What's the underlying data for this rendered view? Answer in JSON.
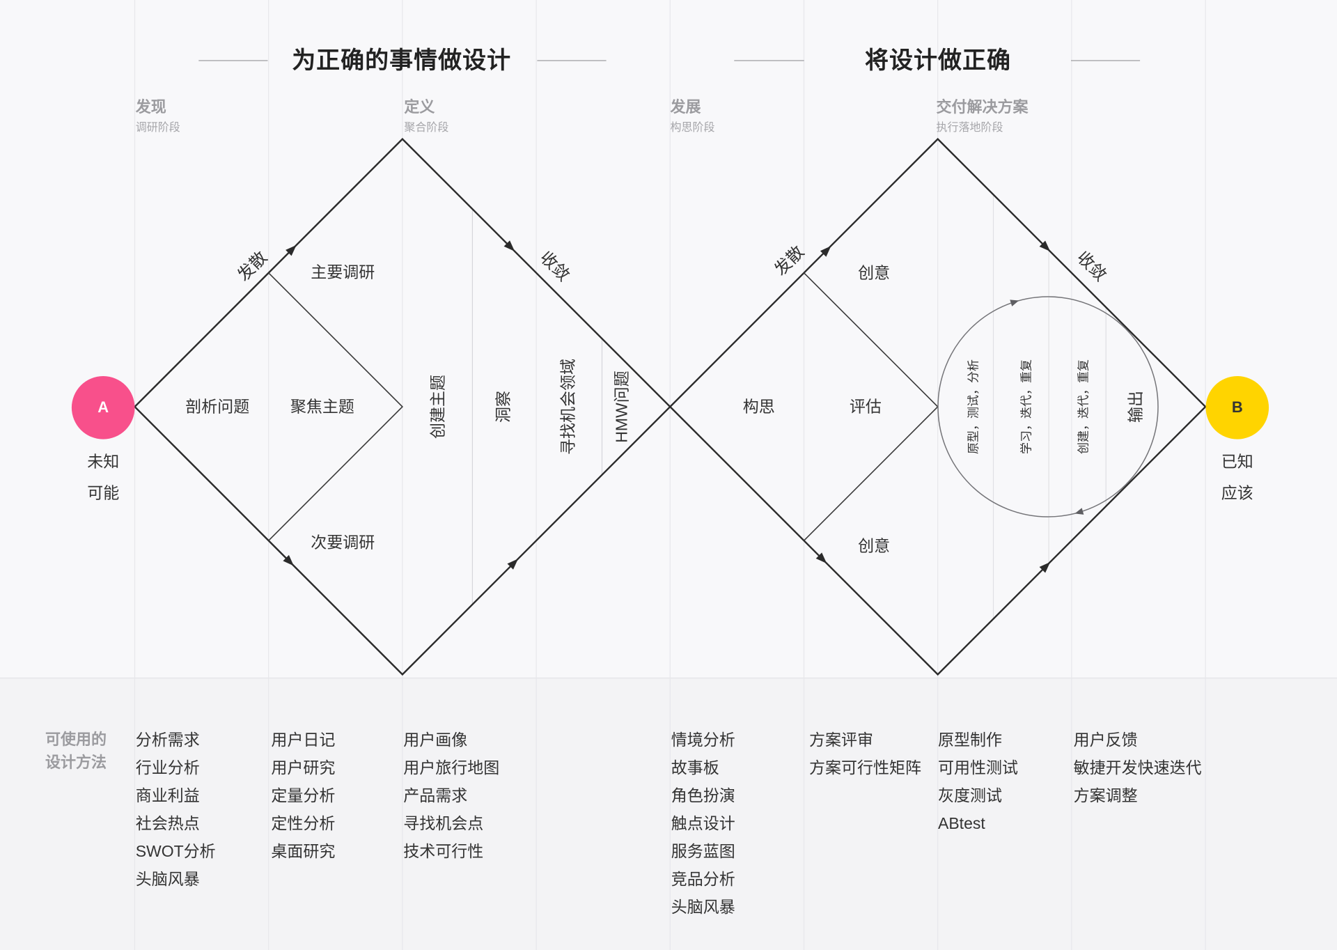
{
  "headings": {
    "problem_space": "为正确的事情做设计",
    "solution_space": "将设计做正确"
  },
  "phases": [
    {
      "title": "发现",
      "subtitle": "调研阶段"
    },
    {
      "title": "定义",
      "subtitle": "聚合阶段"
    },
    {
      "title": "发展",
      "subtitle": "构思阶段"
    },
    {
      "title": "交付解决方案",
      "subtitle": "执行落地阶段"
    }
  ],
  "start_point": {
    "badge": "A",
    "labels": [
      "未知",
      "可能"
    ]
  },
  "end_point": {
    "badge": "B",
    "labels": [
      "已知",
      "应该"
    ]
  },
  "diamond_1": {
    "diverge": "发散",
    "converge": "收敛",
    "primary_research": "主要调研",
    "secondary_research": "次要调研",
    "analyze_problem": "剖析问题",
    "focus_theme": "聚焦主题",
    "define_columns": [
      "创建主题",
      "洞察",
      "寻找机会领域",
      "HMW问题"
    ]
  },
  "diamond_2": {
    "diverge": "发散",
    "converge": "收敛",
    "idea_upper": "创意",
    "idea_lower": "创意",
    "ideate": "构思",
    "evaluate": "评估",
    "iteration_loop": [
      "原型，测试，分析",
      "学习，迭代，重复",
      "创建，迭代，重复"
    ],
    "output": "输出"
  },
  "methods": {
    "label": [
      "可使用的",
      "设计方法"
    ],
    "columns": [
      [
        "分析需求",
        "行业分析",
        "商业利益",
        "社会热点",
        "SWOT分析",
        "头脑风暴"
      ],
      [
        "用户日记",
        "用户研究",
        "定量分析",
        "定性分析",
        "桌面研究"
      ],
      [
        "用户画像",
        "用户旅行地图",
        "产品需求",
        "寻找机会点",
        "技术可行性"
      ],
      [
        "情境分析",
        "故事板",
        "角色扮演",
        "触点设计",
        "服务蓝图",
        "竞品分析",
        "头脑风暴"
      ],
      [
        "方案评审",
        "方案可行性矩阵"
      ],
      [
        "原型制作",
        "可用性测试",
        "灰度测试",
        "ABtest"
      ],
      [
        "用户反馈",
        "敏捷开发快速迭代",
        "方案调整"
      ]
    ]
  },
  "colors": {
    "start_badge": "#f8508b",
    "end_badge": "#ffd400"
  }
}
